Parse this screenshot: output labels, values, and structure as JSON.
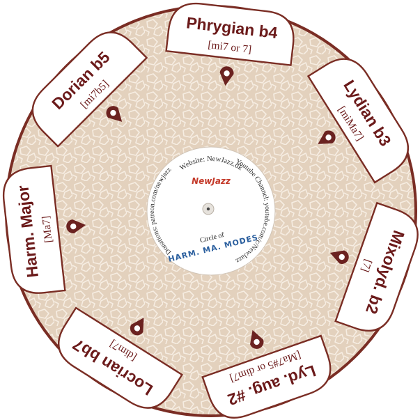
{
  "modes": [
    {
      "name": "Phrygian b4",
      "chord": "[mi7 or 7]"
    },
    {
      "name": "Lydian b3",
      "chord": "[miMa7]"
    },
    {
      "name": "Mixolyd. b2",
      "chord": "[7]"
    },
    {
      "name": "Lyd. aug. #2",
      "chord": "[Ma7#5 or dim7]"
    },
    {
      "name": "Locrian bb7",
      "chord": "[dim7]"
    },
    {
      "name": "Harm. Major",
      "chord": "[Ma7]"
    },
    {
      "name": "Dorian b5",
      "chord": "[mi7b5]"
    }
  ],
  "hub": {
    "website": "Website: NewJazz.dk",
    "youtube": "Youtube Channel: youtube.com/c/NewJazz",
    "donations": "Donations: patreon.com/newjazz",
    "brand": "NewJazz",
    "circle_of": "Circle of",
    "title": "HARM. MA. MODES"
  },
  "colors": {
    "disc": "#e3d1bd",
    "pattern": "#f6ede2",
    "rim": "#7a2d24",
    "tab_fill": "#ffffff",
    "text_dark": "#6b1a1a",
    "title_blue": "#2b5f9e",
    "brand_red": "#c43a2a"
  }
}
